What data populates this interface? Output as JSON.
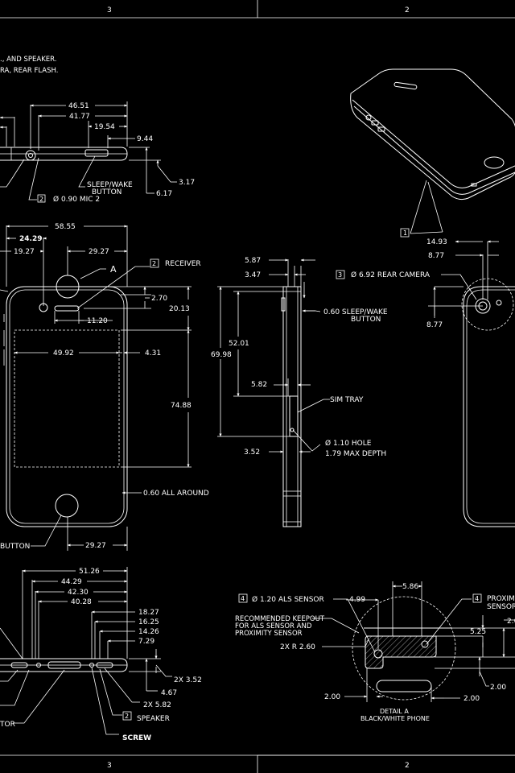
{
  "frame": {
    "zones": [
      "3",
      "2"
    ]
  },
  "notes": [
    "., AND SPEAKER.",
    "RA, REAR FLASH."
  ],
  "top_view": {
    "dims": [
      "46.51",
      "41.77",
      "19.54",
      "9.44",
      "3.17",
      "6.17"
    ],
    "sleep_label_1": "SLEEP/WAKE",
    "sleep_label_2": "BUTTON",
    "mic_tag": "2",
    "mic_label": "Ø 0.90 MIC 2"
  },
  "iso_tag": "1",
  "front_view": {
    "dims": [
      "58.55",
      "24.29",
      "19.27",
      "29.27",
      "2.70",
      "20.13",
      "11.20",
      "49.92",
      "4.31",
      "74.88",
      "29.27"
    ],
    "datum": "A",
    "receiver_tag": "2",
    "receiver_label": "RECEIVER",
    "all_around": "0.60 ALL AROUND",
    "home_button": "BUTTON"
  },
  "side_view": {
    "dims": [
      "5.87",
      "3.47",
      "52.01",
      "69.98",
      "5.82",
      "3.52"
    ],
    "sleep_1": "0.60 SLEEP/WAKE",
    "sleep_2": "BUTTON",
    "sim_tray": "SIM TRAY",
    "hole_1": "Ø 1.10 HOLE",
    "hole_2": "1.79 MAX DEPTH"
  },
  "back_view": {
    "dims": [
      "14.93",
      "8.77",
      "8.77"
    ],
    "camera_tag": "3",
    "camera_label": "Ø 6.92 REAR CAMERA"
  },
  "bottom_view": {
    "dims": [
      "51.26",
      "44.29",
      "42.30",
      "40.28",
      "18.27",
      "16.25",
      "14.26",
      "7.29",
      "2X 3.52",
      "4.67",
      "2X 5.82"
    ],
    "speaker_tag": "2",
    "speaker_label": "SPEAKER",
    "screw_label": "SCREW",
    "connector_label": "TOR"
  },
  "detail_a": {
    "als_tag": "4",
    "als_label": "Ø 1.20 ALS SENSOR",
    "dims": [
      "4.99",
      "5.86",
      "5.25",
      "2.00",
      "2.00",
      "2.00",
      "2.6"
    ],
    "keepout_1": "RECOMMENDED KEEPOUT",
    "keepout_2": "FOR ALS SENSOR AND",
    "keepout_3": "PROXIMITY SENSOR",
    "radius": "2X R 2.60",
    "prox_tag": "4",
    "prox_1": "PROXIM",
    "prox_2": "SENSOR",
    "title_1": "DETAIL A",
    "title_2": "BLACK/WHITE PHONE"
  }
}
